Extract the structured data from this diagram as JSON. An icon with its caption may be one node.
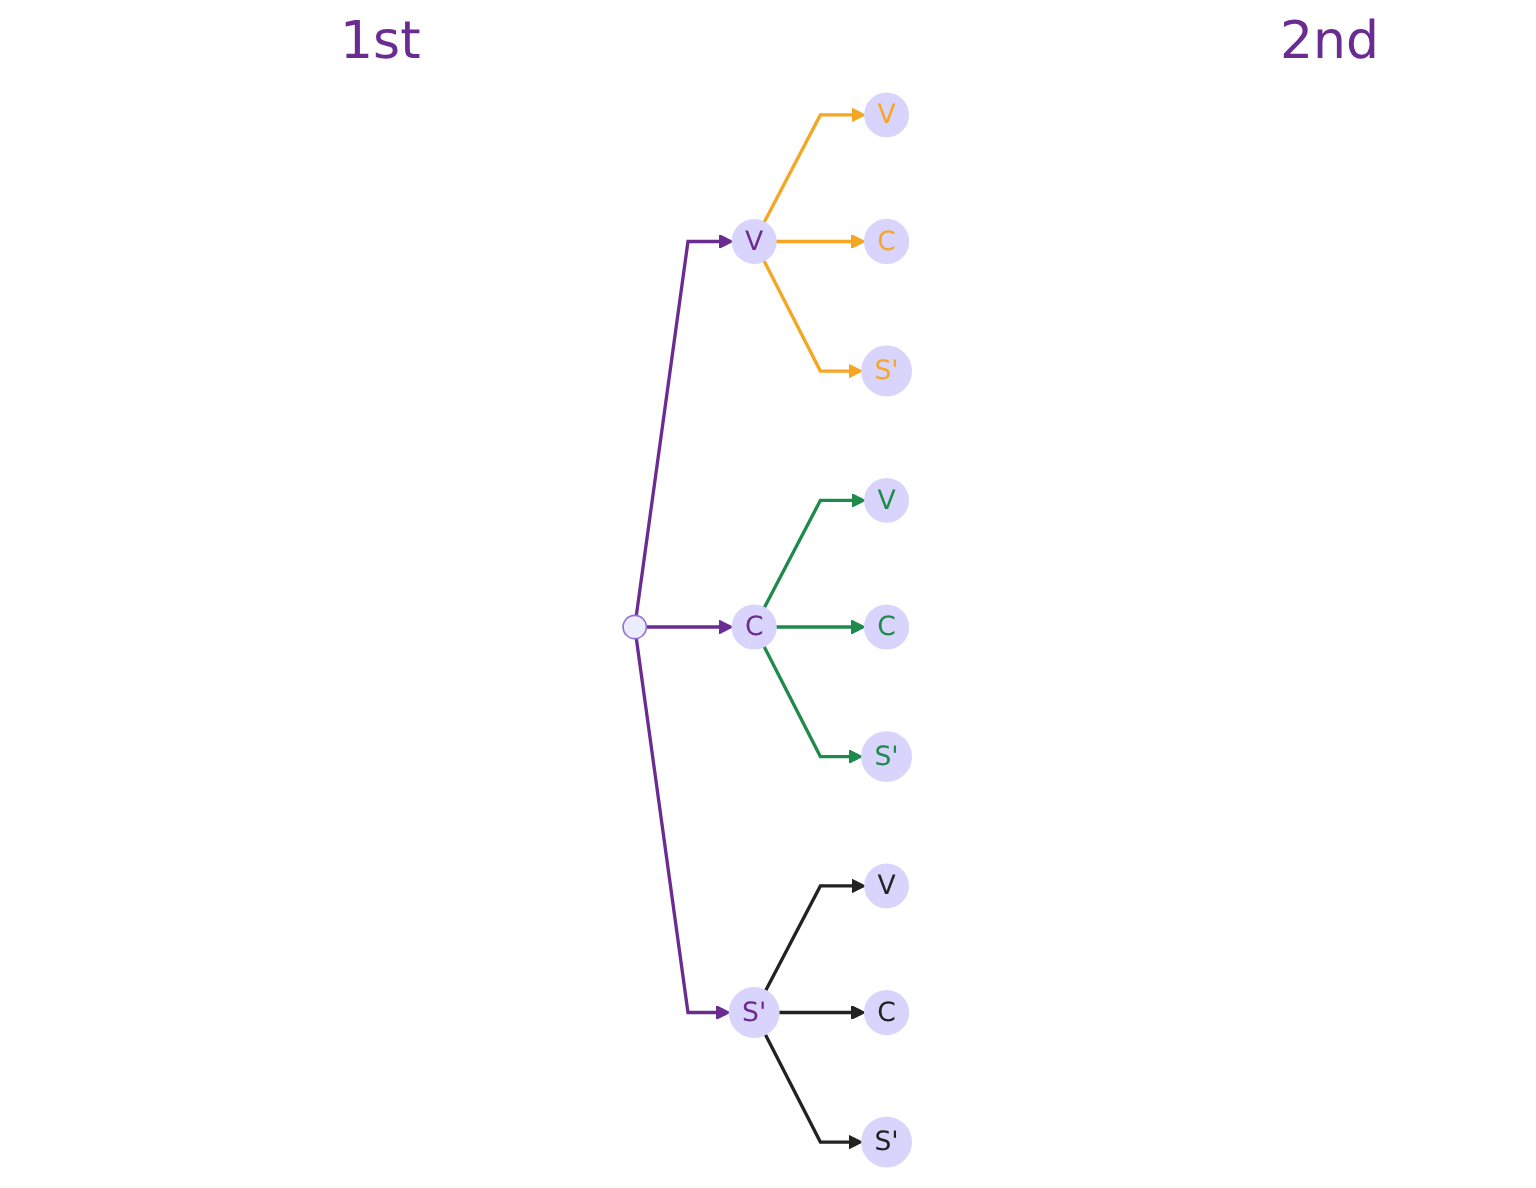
{
  "diagram": {
    "nodes": [
      {
        "text": [
          "V"
        ]
      },
      {
        "text": [
          "C"
        ]
      },
      {
        "text": [
          "S'"
        ]
      },
      {
        "text": [
          "V"
        ]
      },
      {
        "text": [
          "C"
        ]
      },
      {
        "text": [
          "S'"
        ]
      },
      {
        "text": [
          "V"
        ]
      },
      {
        "text": [
          "C"
        ]
      },
      {
        "text": [
          "S'"
        ]
      },
      {
        "text": [
          "V"
        ]
      },
      {
        "text": [
          "C"
        ]
      },
      {
        "text": [
          "S'"
        ]
      }
    ],
    "edges": [
      {
        "from": null,
        "to": 0,
        "arrow": "to",
        "color": "#6a2c91"
      },
      {
        "from": null,
        "to": 1,
        "arrow": "to",
        "color": "#6a2c91"
      },
      {
        "from": null,
        "to": 2,
        "arrow": "to",
        "color": "#6a2c91"
      },
      {
        "from": 0,
        "to": 3,
        "arrow": "to",
        "color": "#f5a623"
      },
      {
        "from": 0,
        "to": 4,
        "arrow": "to",
        "color": "#f5a623"
      },
      {
        "from": 0,
        "to": 5,
        "arrow": "to",
        "color": "#f5a623"
      },
      {
        "from": 1,
        "to": 6,
        "arrow": "to",
        "color": "#1e8a4c"
      },
      {
        "from": 1,
        "to": 7,
        "arrow": "to",
        "color": "#1e8a4c"
      },
      {
        "from": 1,
        "to": 8,
        "arrow": "to",
        "color": "#1e8a4c"
      },
      {
        "from": 2,
        "to": 9,
        "arrow": "to",
        "color": "#222222"
      },
      {
        "from": 2,
        "to": 10,
        "arrow": "to",
        "color": "#222222"
      },
      {
        "from": 2,
        "to": 11,
        "arrow": "to",
        "color": "#222222"
      }
    ],
    "labels": [
      "1st",
      "2nd"
    ]
  }
}
